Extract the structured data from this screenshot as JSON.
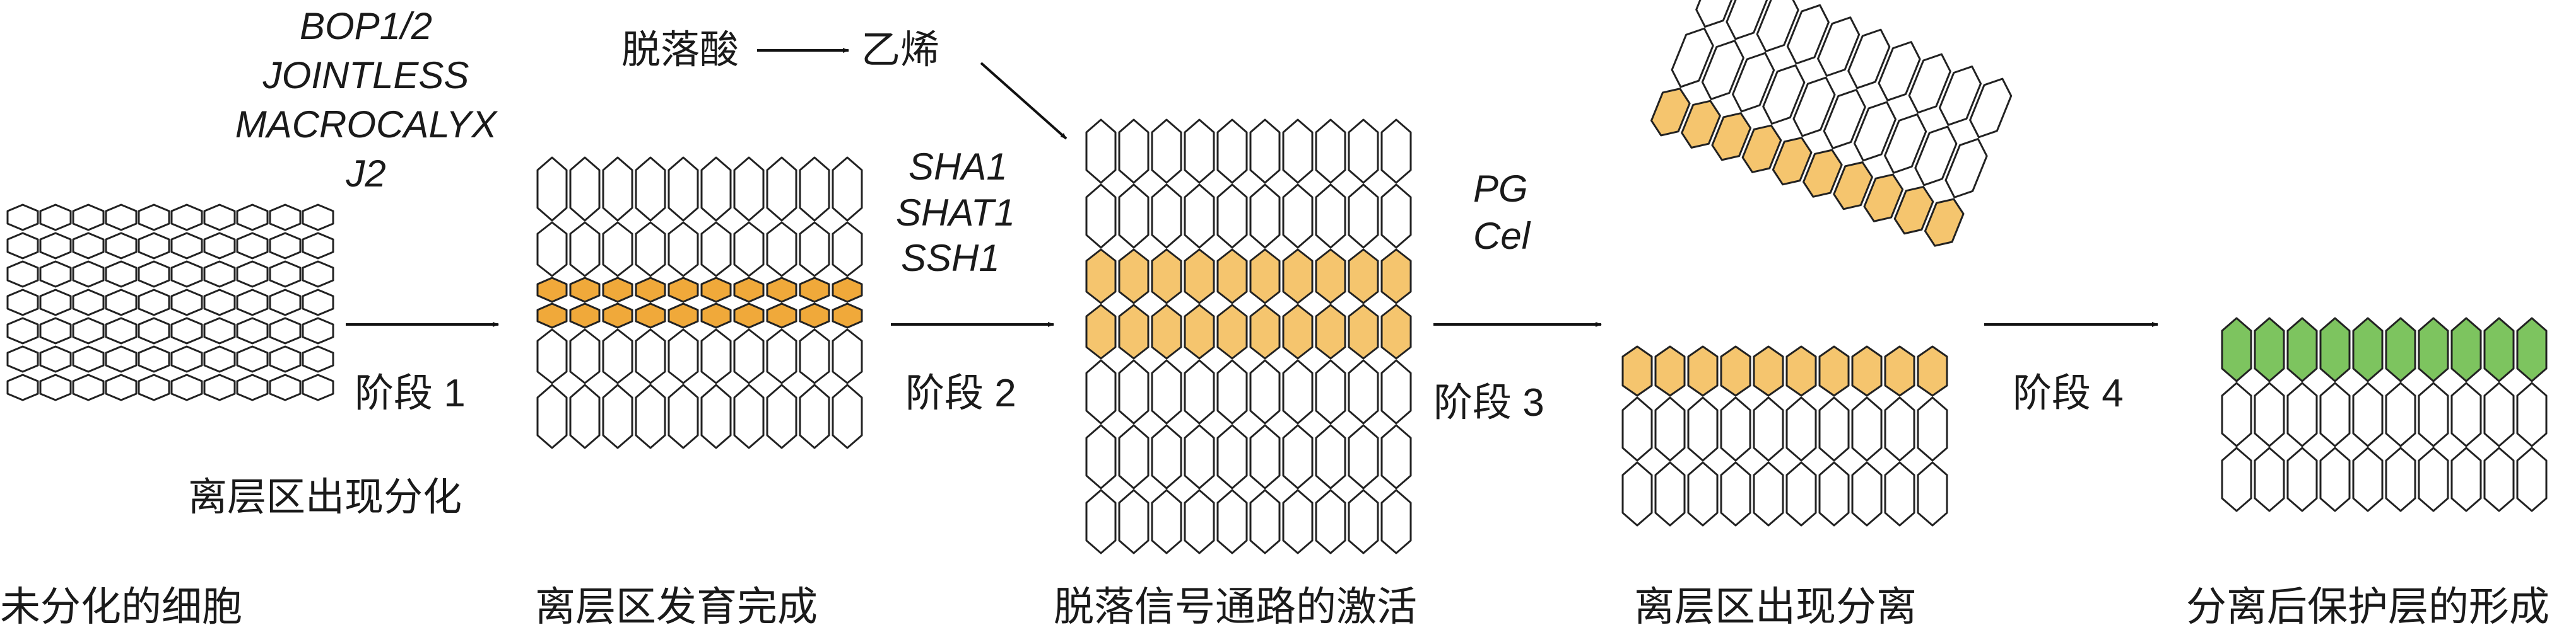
{
  "genes": {
    "stage1_genes": [
      "BOP1/2",
      "JOINTLESS",
      "MACROCALYX",
      "J2"
    ],
    "stage2_genes": [
      "SHA1",
      "SHAT1",
      "SSH1"
    ],
    "stage3_genes": [
      "PG",
      "Cel"
    ]
  },
  "hormones": {
    "aba": "脱落酸",
    "ethylene": "乙烯"
  },
  "stages": {
    "stage1": "阶段 1",
    "stage2": "阶段 2",
    "stage3": "阶段 3",
    "stage4": "阶段 4"
  },
  "notes": {
    "stage1_note": "离层区出现分化"
  },
  "captions": {
    "c1": "未分化的细胞",
    "c2": "离层区发育完成",
    "c3": "脱落信号通路的激活",
    "c4": "离层区出现分离",
    "c5": "分离后保护层的形成"
  },
  "colors": {
    "outline": "#222222",
    "empty_cell": "#ffffff",
    "abscission_zone": "#F5C56E",
    "abscission_zone_dense": "#F0A93A",
    "protective_layer": "#7DC45F"
  }
}
